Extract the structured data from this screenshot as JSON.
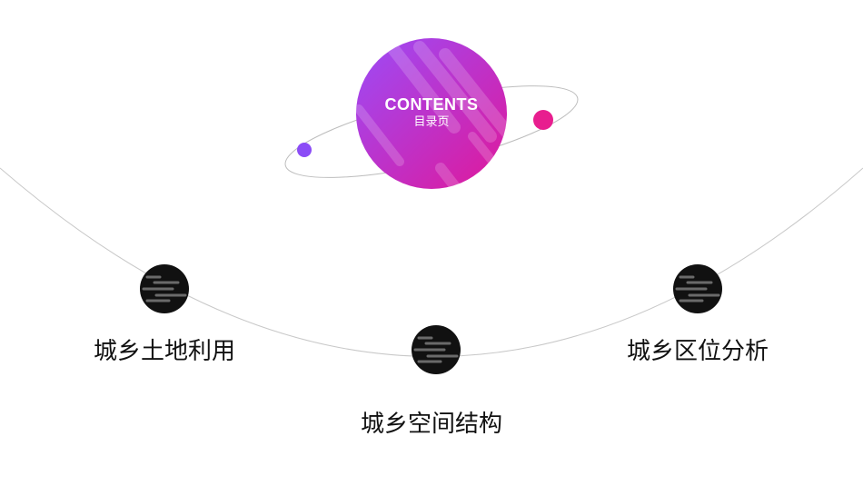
{
  "header": {
    "title": "CONTENTS",
    "subtitle": "目录页"
  },
  "items": [
    {
      "label": "城乡土地利用"
    },
    {
      "label": "城乡空间结构"
    },
    {
      "label": "城乡区位分析"
    }
  ],
  "colors": {
    "planet_start": "#8b4cf6",
    "planet_end": "#e0189a",
    "moon_pink": "#e81e8f",
    "moon_purple": "#8b4cf6",
    "node_dark": "#111111",
    "arc": "#c8c8c8"
  }
}
